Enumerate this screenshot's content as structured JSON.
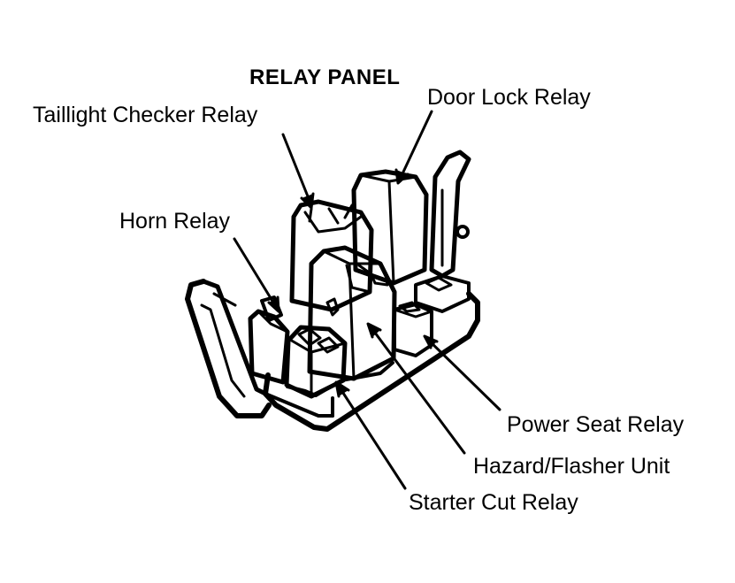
{
  "title": "RELAY PANEL",
  "labels": {
    "taillight_checker": "Taillight Checker Relay",
    "door_lock": "Door Lock Relay",
    "horn": "Horn Relay",
    "power_seat": "Power Seat Relay",
    "hazard_flasher": "Hazard/Flasher Unit",
    "starter_cut": "Starter Cut Relay"
  },
  "colors": {
    "ink": "#000000",
    "paper": "#ffffff"
  }
}
